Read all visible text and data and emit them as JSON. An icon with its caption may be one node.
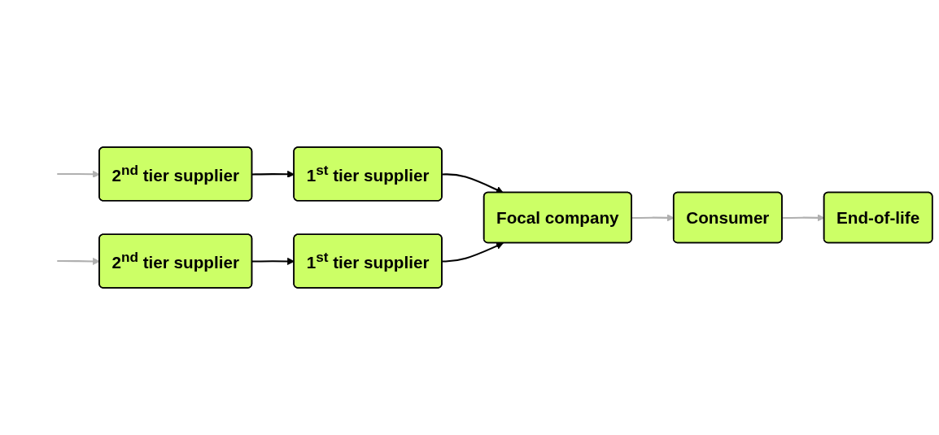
{
  "diagram": {
    "nodes": [
      {
        "text": [
          "2$^{nd}$ tier supplier"
        ]
      },
      {
        "text": [
          "1$^{st}$ tier supplier"
        ]
      },
      {
        "text": [
          "Focal company"
        ]
      },
      {
        "text": [
          "Consumer"
        ]
      },
      {
        "text": [
          "End-of-life"
        ]
      },
      {
        "text": [
          "2$^{nd}$ tier supplier"
        ]
      },
      {
        "text": [
          "1$^{st}$ tier supplier"
        ]
      }
    ],
    "edges": [
      {
        "from": null,
        "to": 0,
        "arrow": "to",
        "color": "#b0b0b0"
      },
      {
        "from": 0,
        "to": 1,
        "arrow": "to",
        "color": "#000000"
      },
      {
        "from": 1,
        "to": 2,
        "arrow": "to",
        "color": "#000000"
      },
      {
        "from": 2,
        "to": 3,
        "arrow": "to",
        "color": "#b0b0b0"
      },
      {
        "from": 3,
        "to": 4,
        "arrow": "to",
        "color": "#b0b0b0"
      },
      {
        "from": null,
        "to": 5,
        "arrow": "to",
        "color": "#b0b0b0"
      },
      {
        "from": 5,
        "to": 6,
        "arrow": "to",
        "color": "#000000"
      },
      {
        "from": 6,
        "to": 2,
        "arrow": "to",
        "color": "#000000"
      }
    ]
  }
}
